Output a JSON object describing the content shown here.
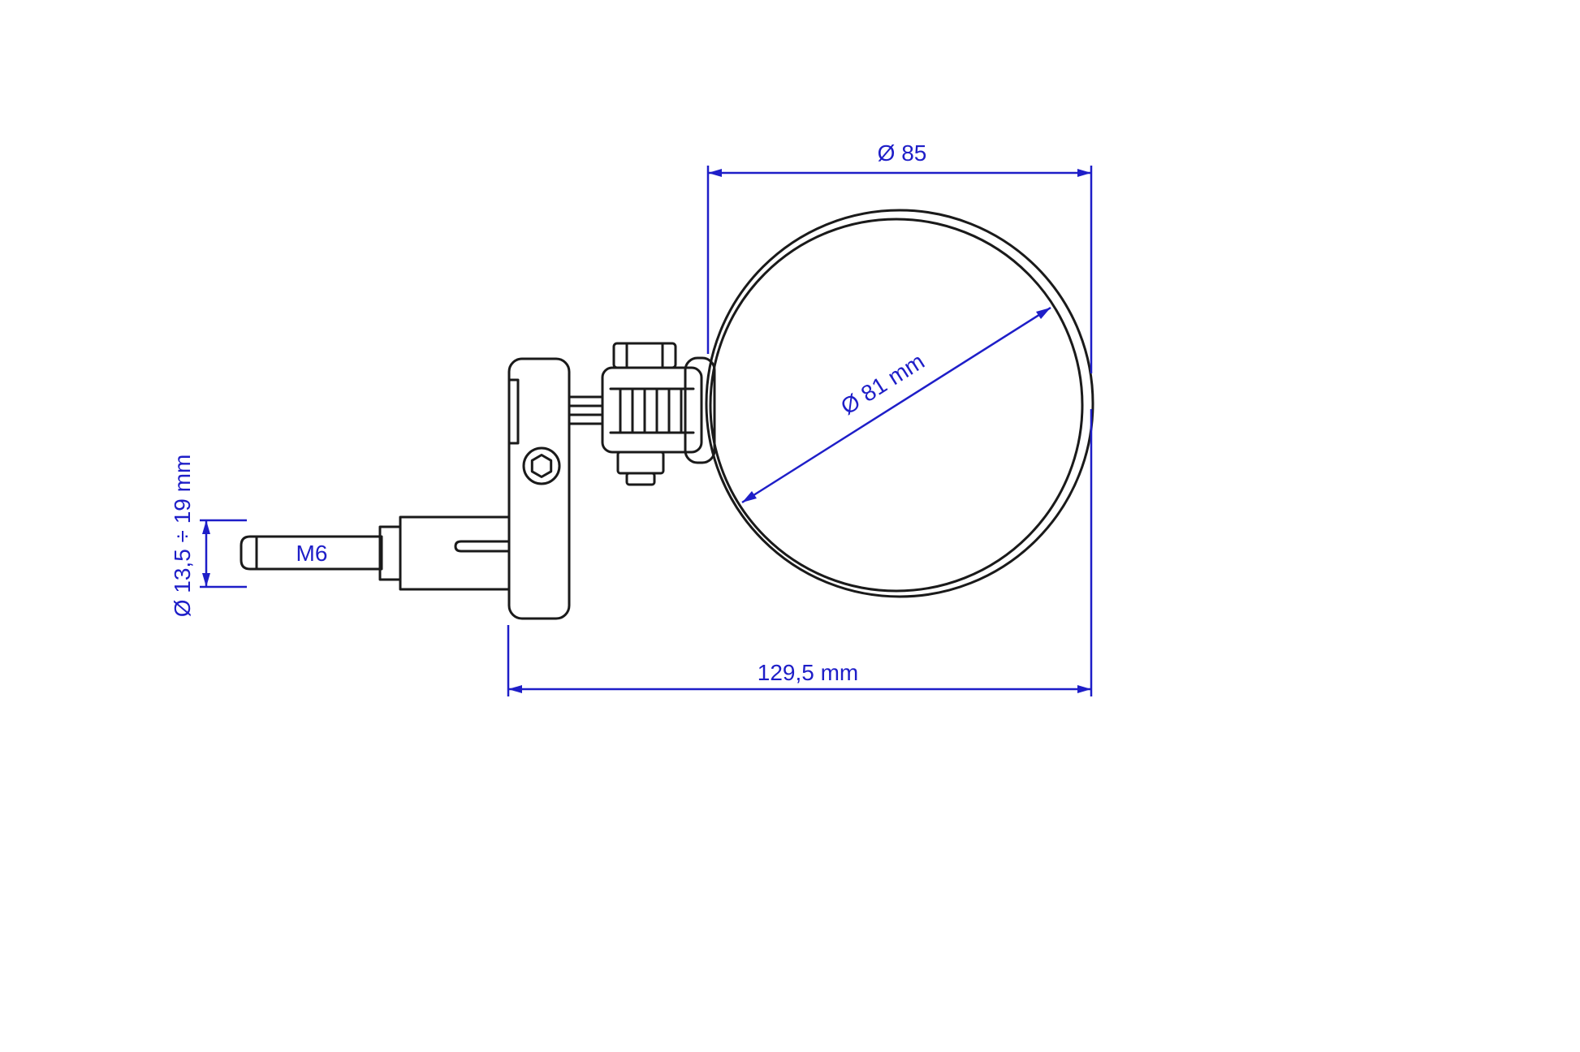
{
  "colors": {
    "dimension": "#1e1ec8",
    "outline": "#1a1a1a",
    "background": "#ffffff"
  },
  "dimensions": {
    "top_diameter": "Ø 85",
    "diagonal_diameter": "Ø 81 mm",
    "total_length": "129,5 mm",
    "clamp_range": "Ø 13,5 ÷ 19 mm",
    "thread": "M6"
  }
}
